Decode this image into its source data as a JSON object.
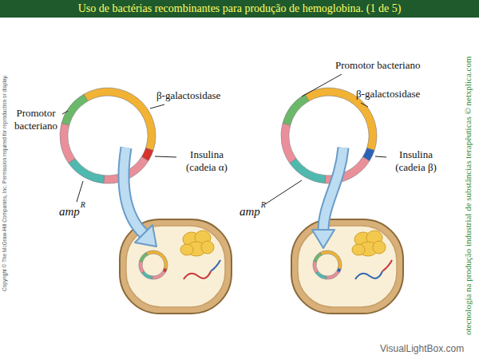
{
  "diagram": {
    "title": "Uso de bactérias recombinantes para produção de hemoglobina. (1 de 5)",
    "labels": [
      "Copyright © The McGraw-Hill Companies, Inc. Permission required for reproduction or display.",
      "Promotor bacteriano",
      "β-galactosidase",
      "Insulina (cadeia α)",
      "amp",
      "R",
      "Promotor bacteriano",
      "β-galactosidase",
      "Insulina (cadeia β)",
      "amp",
      "R",
      "otecnologia na produção industrial de substâncias terapêuticas © netxplica.com",
      "VisualLightBox.com"
    ]
  }
}
